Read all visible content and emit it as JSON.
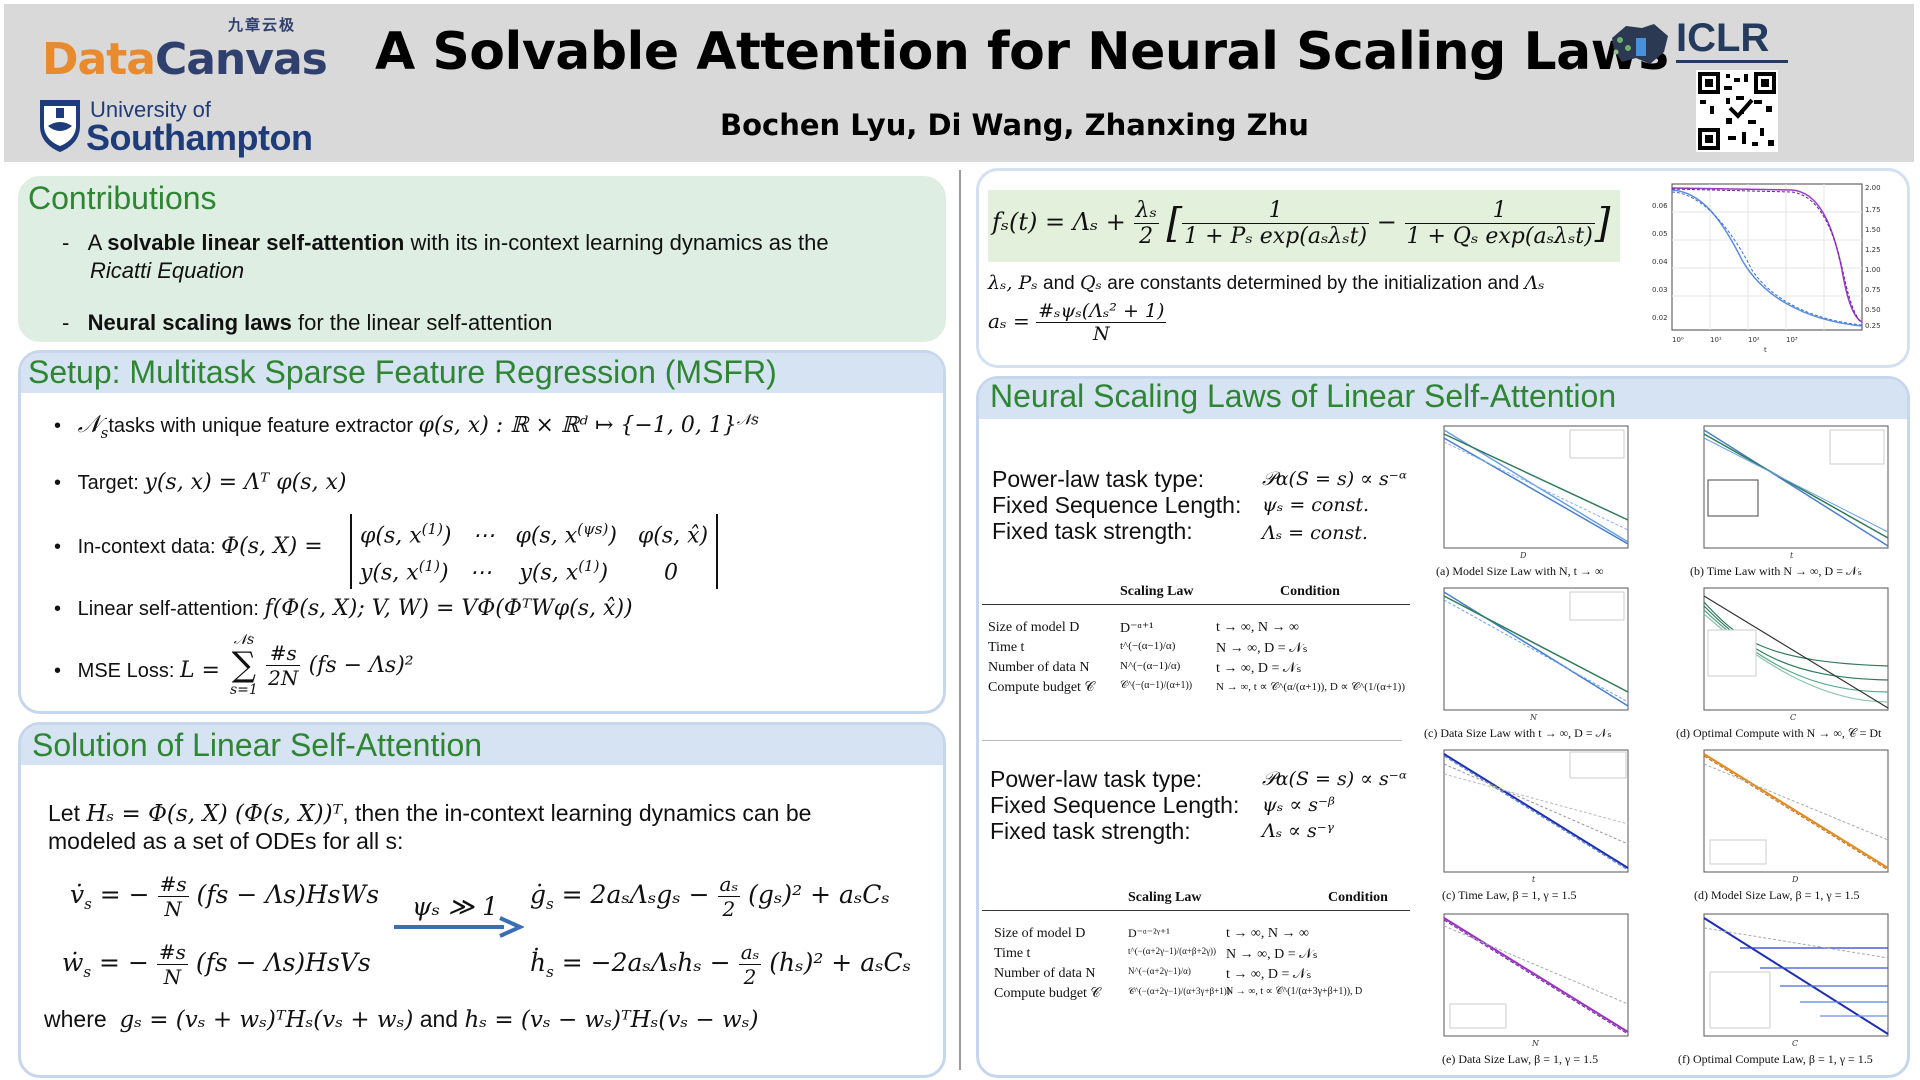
{
  "header": {
    "title": "A Solvable Attention for Neural Scaling Laws",
    "authors": "Bochen Lyu, Di Wang, Zhanxing Zhu",
    "logo_datacanvas_a": "Data",
    "logo_datacanvas_b": "Canvas",
    "logo_datacanvas_cn": "九章云极",
    "logo_southampton_1": "University of",
    "logo_southampton_2": "Southampton",
    "logo_iclr": "ICLR"
  },
  "contributions": {
    "heading": "Contributions",
    "item1_bold": "solvable linear self-attention",
    "item1_pre": "A ",
    "item1_post": " with its in-context learning dynamics as the",
    "item1_line2": "Ricatti Equation",
    "item2_bold": "Neural scaling laws",
    "item2_post": " for the linear self-attention"
  },
  "setup": {
    "heading": "Setup: Multitask Sparse Feature Regression (MSFR)",
    "b1": "tasks with unique feature extractor",
    "b1_math": "φ(s, x) : ℝ × ℝᵈ ↦ {−1, 0, 1}",
    "b2": "Target:",
    "b2_math": "y(s, x) = Λᵀ φ(s, x)",
    "b3": "In-context data:",
    "b3_math": "Φ(s, X) =",
    "b4": "Linear self-attention:",
    "b4_math": "f(Φ(s, X); V, W) = VΦ(ΦᵀWφ(s, x̂))",
    "b5": "MSE Loss:",
    "b5_math": "L ="
  },
  "solution": {
    "heading": "Solution of Linear Self-Attention",
    "intro1": ", then the in-context learning dynamics can be",
    "intro_let": "Let",
    "intro_math": "Hₛ = Φ(s, X) (Φ(s, X))ᵀ",
    "intro2": "modeled as a set of ODEs for all s:",
    "arrow_label": "ψₛ ≫ 1",
    "where": "where",
    "and": "and",
    "g_def": "gₛ = (vₛ + wₛ)ᵀHₛ(vₛ + wₛ)",
    "h_def": "hₛ = (vₛ − wₛ)ᵀHₛ(vₛ − wₛ)"
  },
  "solution_box": {
    "consts_text": "are constants determined by the initialization and",
    "consts_math": "λₛ, Pₛ",
    "consts_and": "and",
    "consts_q": "Qₛ",
    "consts_lambda": "Λₛ"
  },
  "scaling": {
    "heading": "Neural Scaling Laws of Linear Self-Attention",
    "caseA": {
      "l1": "Power-law task type:",
      "m1": "𝒫α(S = s) ∝ s⁻ᵅ",
      "l2": "Fixed Sequence Length:",
      "m2": "ψₛ = const.",
      "l3": "Fixed task strength:",
      "m3": "Λₛ = const.",
      "th1": "Scaling Law",
      "th2": "Condition",
      "rows": [
        [
          "Size of model D",
          "D⁻ᵅ⁺¹",
          "t → ∞, N → ∞"
        ],
        [
          "Time t",
          "t^(−(α−1)/α)",
          "N → ∞, D = 𝒩ₛ"
        ],
        [
          "Number of data N",
          "N^(−(α−1)/α)",
          "t → ∞, D = 𝒩ₛ"
        ],
        [
          "Compute budget 𝒞",
          "𝒞^(−(α−1)/(α+1))",
          "N → ∞, t ∝ 𝒞^(α/(α+1)), D ∝ 𝒞^(1/(α+1))"
        ]
      ],
      "captions": [
        "(a) Model Size Law with N, t → ∞",
        "(b) Time Law with N → ∞, D = 𝒩ₛ",
        "(c) Data Size Law with t → ∞, D = 𝒩ₛ",
        "(d) Optimal Compute with N → ∞, 𝒞 = Dt"
      ]
    },
    "caseB": {
      "l1": "Power-law task type:",
      "m1": "𝒫α(S = s) ∝ s⁻ᵅ",
      "l2": "Fixed Sequence Length:",
      "m2": "ψₛ ∝ s⁻ᵝ",
      "l3": "Fixed task strength:",
      "m3": "Λₛ ∝ s⁻ᵞ",
      "th1": "Scaling Law",
      "th2": "Condition",
      "rows": [
        [
          "Size of model D",
          "D⁻ᵅ⁻²ᵞ⁺¹",
          "t → ∞, N → ∞"
        ],
        [
          "Time t",
          "t^(−(α+2γ−1)/(α+β+2γ))",
          "N → ∞, D = 𝒩ₛ"
        ],
        [
          "Number of data N",
          "N^(−(α+2γ−1)/α)",
          "t → ∞, D = 𝒩ₛ"
        ],
        [
          "Compute budget 𝒞",
          "𝒞^(−(α+2γ−1)/(α+3γ+β+1))",
          "N → ∞, t ∝ 𝒞^(1/(α+3γ+β+1)), D"
        ]
      ],
      "captions": [
        "(c) Time Law, β = 1, γ = 1.5",
        "(d) Model Size Law, β = 1, γ = 1.5",
        "(e) Data Size Law, β = 1, γ = 1.5",
        "(f) Optimal Compute Law, β = 1, γ = 1.5"
      ]
    }
  },
  "colors": {
    "header_bg": "#d9d9d9",
    "heading_green": "#2e8632",
    "panel_border": "#c6d6ec",
    "panel_head": "#d6e3f3",
    "contrib_bg": "#dfeee2",
    "formula_bg": "#e3f0dc",
    "arrow": "#3a6fb5"
  }
}
